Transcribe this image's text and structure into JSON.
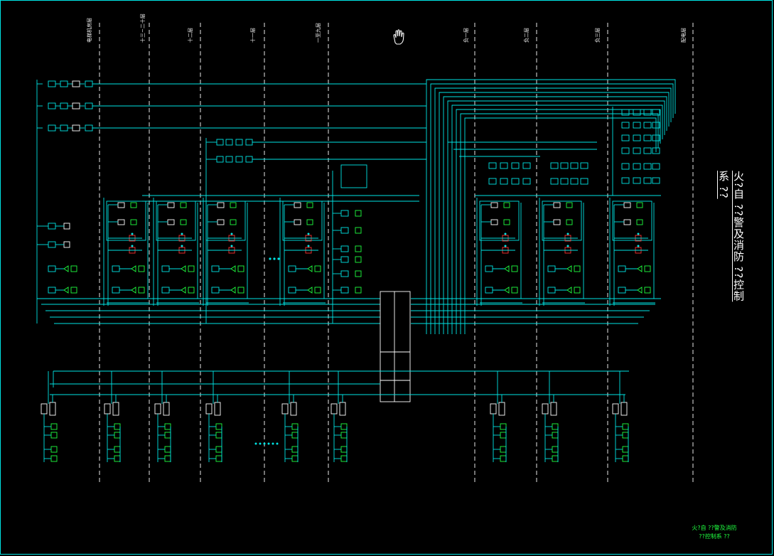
{
  "diagram": {
    "floors": [
      "电梯机房层",
      "十三~二十层",
      "十二层",
      "十一层",
      "一至九层",
      "负一层",
      "负二层",
      "负三层",
      "配电层"
    ],
    "title": "火?自 ??警及消防 ??控制系 ??",
    "caption_line1": "火?自 ??警及消防",
    "caption_line2": "??控制系 ??",
    "colors": {
      "wire": "#00e5e5",
      "device": "#20ff40",
      "alarm": "#ff3030",
      "text": "#ffffff",
      "background": "#000000"
    },
    "icons": [
      "hand-cursor-icon"
    ]
  }
}
